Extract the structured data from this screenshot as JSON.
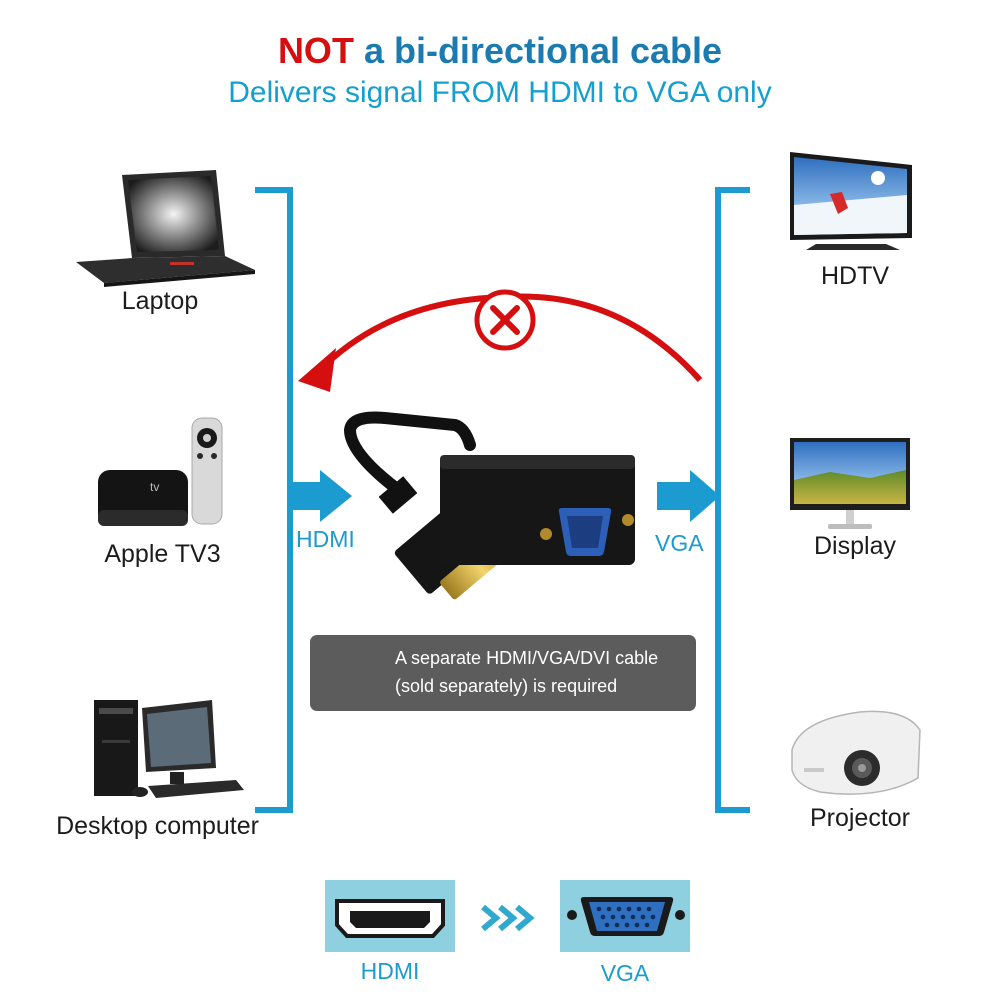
{
  "header": {
    "title_emphasis": "NOT",
    "title_rest": " a bi-directional cable",
    "subtitle": "Delivers signal FROM HDMI to VGA only"
  },
  "sources": [
    {
      "label": "Laptop"
    },
    {
      "label": "Apple TV3"
    },
    {
      "label": "Desktop computer"
    }
  ],
  "displays": [
    {
      "label": "HDTV"
    },
    {
      "label": "Display"
    },
    {
      "label": "Projector"
    }
  ],
  "ports": {
    "input_label": "HDMI",
    "output_label": "VGA"
  },
  "adapter": {
    "tv_logo": "tv"
  },
  "warning": {
    "line1": "A separate HDMI/VGA/DVI cable",
    "line2": "(sold separately) is required"
  },
  "bottom": {
    "hdmi_label": "HDMI",
    "vga_label": "VGA"
  },
  "colors": {
    "accent_blue": "#1c9bd0",
    "red": "#d50f0f",
    "warning_bg": "#5c5c5c",
    "warning_yellow": "#f5d21e",
    "port_tile": "#8fd0e0"
  }
}
